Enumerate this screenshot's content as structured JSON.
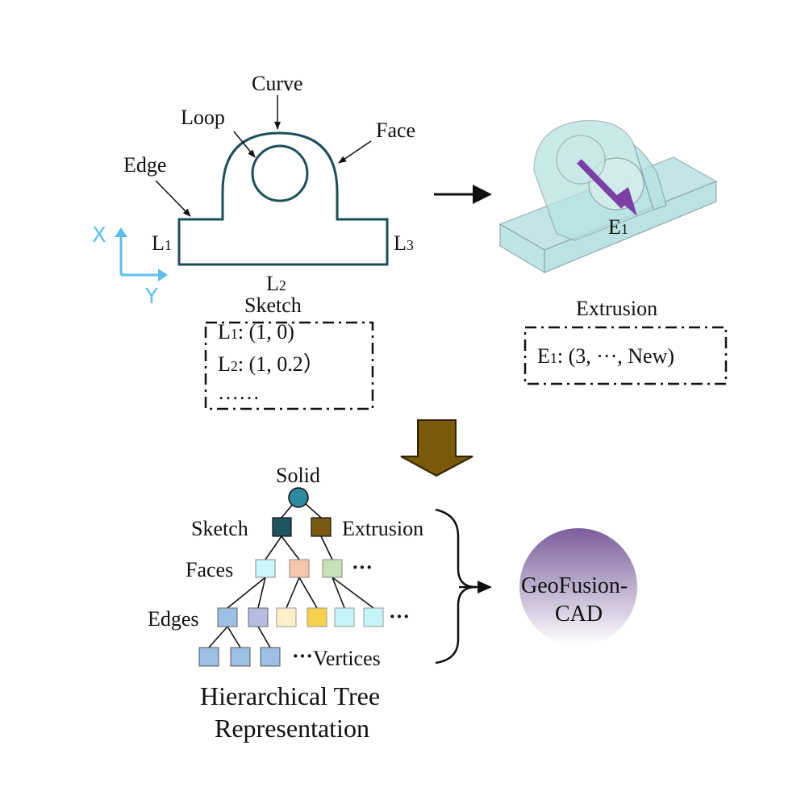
{
  "sketch_part": {
    "labels": {
      "curve": "Curve",
      "loop": "Loop",
      "face": "Face",
      "edge": "Edge",
      "l1": "L",
      "l1_sub": "1",
      "l2": "L",
      "l2_sub": "2",
      "l3": "L",
      "l3_sub": "3",
      "caption": "Sketch"
    },
    "axes": {
      "x": "X",
      "y": "Y",
      "color": "#5bc0f0"
    },
    "outline_color": "#1c4f5c",
    "params": {
      "row1": {
        "name": "L",
        "sub": "1",
        "value": ": (1, 0)"
      },
      "row2": {
        "name": "L",
        "sub": "2",
        "value": ": (1, 0.2）"
      },
      "row3": "……"
    }
  },
  "extrusion_part": {
    "caption": "Extrusion",
    "label": "E",
    "label_sub": "1",
    "params": {
      "name": "E",
      "sub": "1",
      "value": ": (3, ···, New)"
    },
    "arrow_color": "#7b3fa6",
    "body_color": "#b8e2e2"
  },
  "tree": {
    "root": "Solid",
    "sketch": "Sketch",
    "extrusion": "Extrusion",
    "faces": "Faces",
    "edges": "Edges",
    "vertices": "Vertices",
    "ellipsis": "···",
    "caption_line1": "Hierarchical Tree",
    "caption_line2": "Representation",
    "colors": {
      "root": "#2e8a9e",
      "sketch": "#1f5563",
      "extrusion": "#7a5a10",
      "face1": "#cbf6fa",
      "face2": "#f6c6a8",
      "face3": "#c6e2b6",
      "edge1": "#9cc0e4",
      "edge2": "#b4bce0",
      "edge3": "#fdf0c8",
      "edge4": "#f7d04c",
      "edge5": "#c4f6f9",
      "edge6": "#c4f6f9",
      "vertex": "#9cc0e4"
    }
  },
  "model": {
    "line1": "GeoFusion-",
    "line2": "CAD",
    "color_top": "#7a5e9c",
    "color_bottom": "#ffffff"
  },
  "big_arrow_color": "#7a5a0a"
}
